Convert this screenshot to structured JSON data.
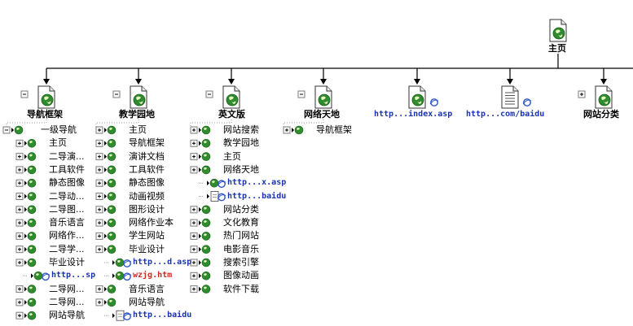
{
  "root": {
    "label": "主页",
    "icon": "globe-page-icon"
  },
  "colors": {
    "line": "#000000",
    "dotted": "#9a9a9a",
    "link": "#1a33b3",
    "link_red": "#cc2a22",
    "globe": "#2e8b2e"
  },
  "children": [
    {
      "label": "导航框架",
      "icon": "globe-page-icon",
      "expanded": true,
      "style": "bold"
    },
    {
      "label": "教学园地",
      "icon": "globe-page-icon",
      "expanded": true,
      "style": "bold"
    },
    {
      "label": "英文版",
      "icon": "globe-page-icon",
      "expanded": true,
      "style": "bold"
    },
    {
      "label": "网络天地",
      "icon": "globe-page-icon",
      "expanded": true,
      "style": "bold"
    },
    {
      "label": "http...index.asp",
      "icon": "globe-page-icon",
      "style": "link"
    },
    {
      "label": "http...com/baidu",
      "icon": "text-page-icon",
      "style": "link"
    },
    {
      "label": "网站分类",
      "icon": "globe-page-icon",
      "expanded": false,
      "style": "bold"
    }
  ],
  "columns": [
    {
      "name": "导航框架",
      "items": [
        {
          "label": "一级导航",
          "level": 0,
          "expander": "minus"
        },
        {
          "label": "主页",
          "level": 1,
          "expander": "plus"
        },
        {
          "label": "二导演...",
          "level": 1,
          "expander": "plus"
        },
        {
          "label": "工具软件",
          "level": 1,
          "expander": "plus"
        },
        {
          "label": "静态图像",
          "level": 1,
          "expander": "plus"
        },
        {
          "label": "二导动...",
          "level": 1,
          "expander": "plus"
        },
        {
          "label": "二导图...",
          "level": 1,
          "expander": "plus"
        },
        {
          "label": "音乐语言",
          "level": 1,
          "expander": "plus"
        },
        {
          "label": "网络作...",
          "level": 1,
          "expander": "plus"
        },
        {
          "label": "二导学...",
          "level": 1,
          "expander": "plus"
        },
        {
          "label": "毕业设计",
          "level": 1,
          "expander": "plus"
        },
        {
          "label": "http...sp",
          "level": 2,
          "expander": "none",
          "link": true
        },
        {
          "label": "二导网...",
          "level": 1,
          "expander": "plus"
        },
        {
          "label": "二导网...",
          "level": 1,
          "expander": "plus"
        },
        {
          "label": "网站导航",
          "level": 1,
          "expander": "plus"
        }
      ]
    },
    {
      "name": "教学园地",
      "items": [
        {
          "label": "主页",
          "level": 0,
          "expander": "plus"
        },
        {
          "label": "导航框架",
          "level": 0,
          "expander": "plus"
        },
        {
          "label": "演讲文档",
          "level": 0,
          "expander": "plus"
        },
        {
          "label": "工具软件",
          "level": 0,
          "expander": "plus"
        },
        {
          "label": "静态图像",
          "level": 0,
          "expander": "plus"
        },
        {
          "label": "动画视频",
          "level": 0,
          "expander": "plus"
        },
        {
          "label": "图形设计",
          "level": 0,
          "expander": "plus"
        },
        {
          "label": "网络作业本",
          "level": 0,
          "expander": "plus"
        },
        {
          "label": "学生网站",
          "level": 0,
          "expander": "plus"
        },
        {
          "label": "毕业设计",
          "level": 0,
          "expander": "plus"
        },
        {
          "label": "http...d.asp",
          "level": 1,
          "expander": "none",
          "link": true
        },
        {
          "label": "wzjg.htm",
          "level": 1,
          "expander": "none",
          "link": true,
          "red": true
        },
        {
          "label": "音乐语言",
          "level": 0,
          "expander": "plus"
        },
        {
          "label": "网站导航",
          "level": 0,
          "expander": "plus"
        },
        {
          "label": "http...baidu",
          "level": 1,
          "expander": "none",
          "link": true,
          "doc": true
        }
      ]
    },
    {
      "name": "英文版",
      "items": [
        {
          "label": "网站搜索",
          "level": 0,
          "expander": "plus"
        },
        {
          "label": "教学园地",
          "level": 0,
          "expander": "plus"
        },
        {
          "label": "主页",
          "level": 0,
          "expander": "plus"
        },
        {
          "label": "网络天地",
          "level": 0,
          "expander": "plus"
        },
        {
          "label": "http...x.asp",
          "level": 1,
          "expander": "none",
          "link": true
        },
        {
          "label": "http...baidu",
          "level": 1,
          "expander": "none",
          "link": true,
          "doc": true
        },
        {
          "label": "网站分类",
          "level": 0,
          "expander": "plus"
        },
        {
          "label": "文化教育",
          "level": 0,
          "expander": "plus"
        },
        {
          "label": "热门网站",
          "level": 0,
          "expander": "plus"
        },
        {
          "label": "电影音乐",
          "level": 0,
          "expander": "plus"
        },
        {
          "label": "搜索引擎",
          "level": 0,
          "expander": "plus"
        },
        {
          "label": "图像动画",
          "level": 0,
          "expander": "plus"
        },
        {
          "label": "软件下载",
          "level": 0,
          "expander": "plus"
        }
      ]
    },
    {
      "name": "网络天地",
      "items": [
        {
          "label": "导航框架",
          "level": 0,
          "expander": "plus"
        }
      ]
    }
  ]
}
